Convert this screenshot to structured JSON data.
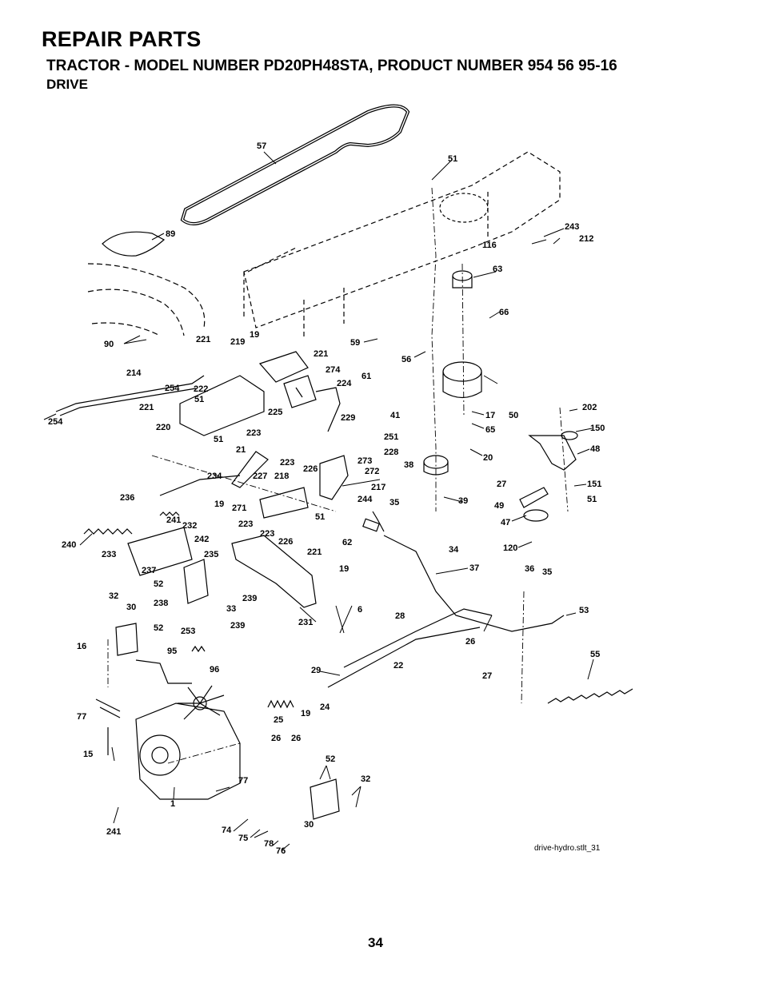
{
  "header": {
    "title": "REPAIR PARTS",
    "subtitle": "TRACTOR - MODEL NUMBER PD20PH48STA, PRODUCT NUMBER 954 56 95-16",
    "section": "DRIVE"
  },
  "diagram": {
    "callouts": [
      "57",
      "51",
      "89",
      "243",
      "212",
      "116",
      "63",
      "66",
      "90",
      "221",
      "219",
      "19",
      "221",
      "59",
      "56",
      "61",
      "214",
      "274",
      "224",
      "254",
      "222",
      "51",
      "221",
      "225",
      "229",
      "41",
      "17",
      "50",
      "202",
      "254",
      "220",
      "51",
      "223",
      "65",
      "150",
      "251",
      "228",
      "20",
      "48",
      "21",
      "223",
      "226",
      "273",
      "272",
      "38",
      "39",
      "234",
      "227",
      "218",
      "217",
      "27",
      "151",
      "236",
      "19",
      "244",
      "35",
      "51",
      "49",
      "271",
      "223",
      "51",
      "47",
      "241",
      "232",
      "242",
      "240",
      "223",
      "226",
      "62",
      "34",
      "120",
      "233",
      "235",
      "221",
      "19",
      "237",
      "37",
      "36",
      "35",
      "52",
      "238",
      "239",
      "33",
      "6",
      "32",
      "30",
      "231",
      "53",
      "52",
      "239",
      "28",
      "16",
      "253",
      "26",
      "95",
      "96",
      "22",
      "27",
      "55",
      "29",
      "19",
      "24",
      "77",
      "25",
      "26",
      "26",
      "15",
      "52",
      "32",
      "77",
      "241",
      "1",
      "74",
      "30",
      "75",
      "78",
      "76"
    ]
  },
  "caption": "drive-hydro.stlt_31",
  "page_number": "34"
}
